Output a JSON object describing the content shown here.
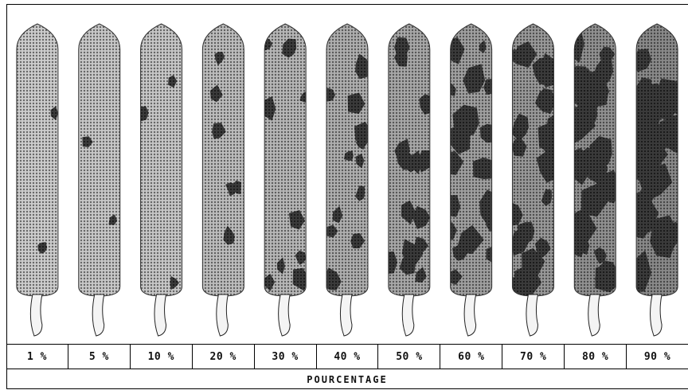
{
  "percentages": [
    "1 %",
    "5 %",
    "10 %",
    "20 %",
    "30 %",
    "40 %",
    "50 %",
    "60 %",
    "70 %",
    "80 %",
    "90 %"
  ],
  "severity": [
    0.01,
    0.05,
    0.1,
    0.2,
    0.3,
    0.4,
    0.5,
    0.6,
    0.7,
    0.8,
    0.9
  ],
  "footer_label": "POURCENTAGE",
  "colors": {
    "leaf_light": "#b8b8b8",
    "leaf_mid": "#8e8e8e",
    "lesion": "#2a2a2a",
    "outline": "#333333"
  }
}
